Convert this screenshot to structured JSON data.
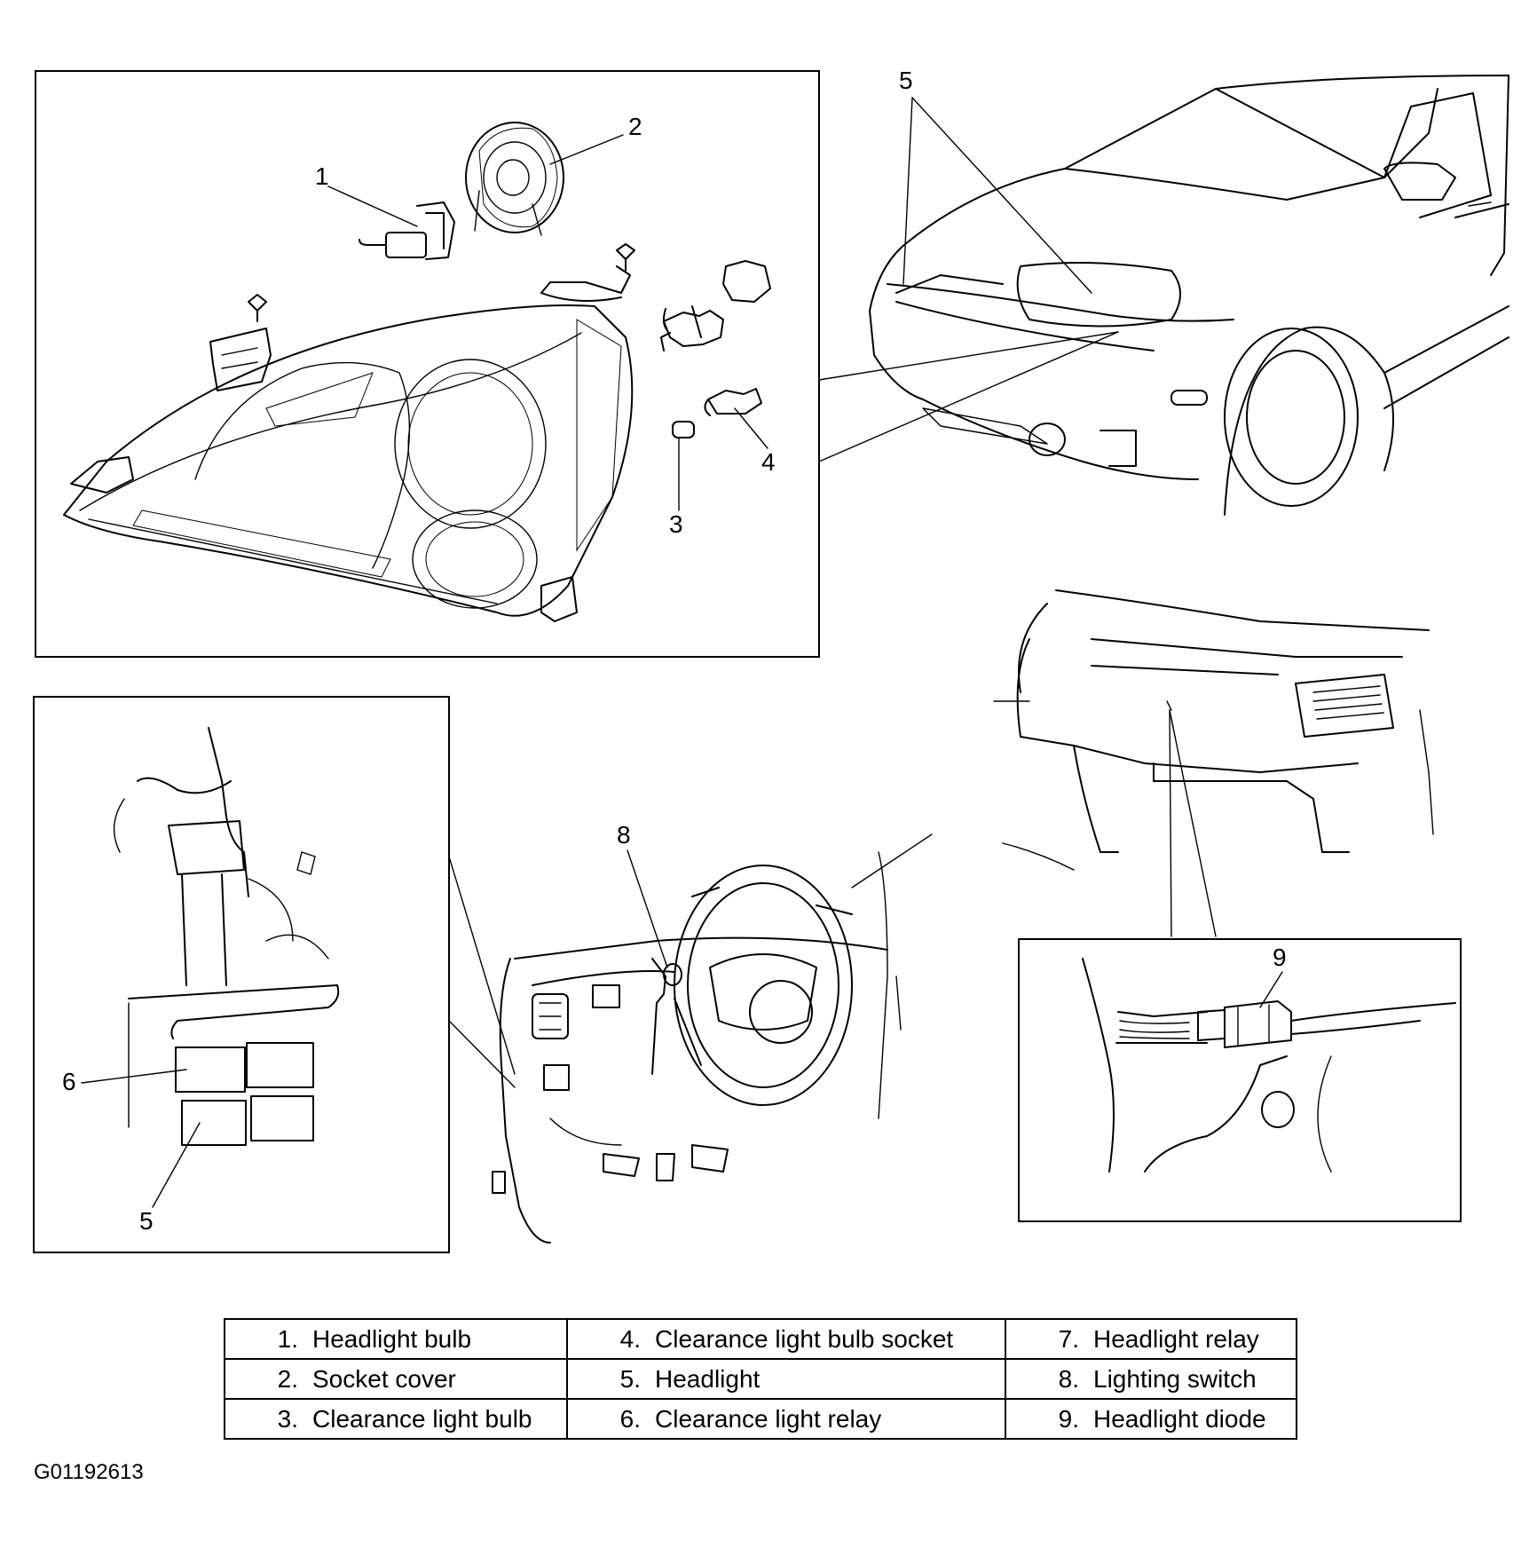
{
  "callouts": {
    "headlight_bulb": "1",
    "socket_cover": "2",
    "clearance_light_bulb": "3",
    "clearance_light_bulb_socket": "4",
    "headlight_car": "5",
    "headlight_relay_box": "5",
    "clearance_light_relay": "6",
    "lighting_switch": "8",
    "headlight_diode": "9"
  },
  "legend": [
    [
      {
        "num": "1.",
        "label": "Headlight bulb"
      },
      {
        "num": "4.",
        "label": "Clearance light bulb socket"
      },
      {
        "num": "7.",
        "label": "Headlight relay"
      }
    ],
    [
      {
        "num": "2.",
        "label": "Socket cover"
      },
      {
        "num": "5.",
        "label": "Headlight"
      },
      {
        "num": "8.",
        "label": "Lighting switch"
      }
    ],
    [
      {
        "num": "3.",
        "label": "Clearance light bulb"
      },
      {
        "num": "6.",
        "label": "Clearance light relay"
      },
      {
        "num": "9.",
        "label": "Headlight diode"
      }
    ]
  ],
  "figure_id": "G01192613"
}
